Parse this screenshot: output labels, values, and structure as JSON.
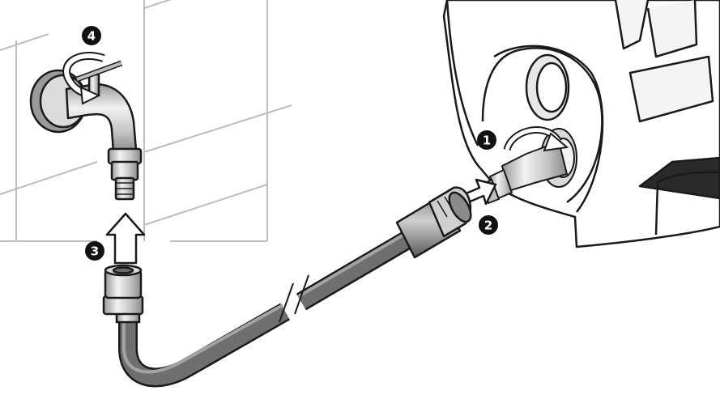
{
  "diagram": {
    "steps": [
      {
        "id": "step-1",
        "label": "1"
      },
      {
        "id": "step-2",
        "label": "2"
      },
      {
        "id": "step-3",
        "label": "3"
      },
      {
        "id": "step-4",
        "label": "4"
      }
    ],
    "colors": {
      "line": "#1a1a1a",
      "hose": "#7a7a7a",
      "hose_dark": "#555555",
      "metal_light": "#e6e6e6",
      "metal_mid": "#b5b5b5",
      "metal_dark": "#8c8c8c",
      "tile_grid": "#bdbdbd",
      "marker_bg": "#111111",
      "marker_text": "#ffffff"
    }
  }
}
